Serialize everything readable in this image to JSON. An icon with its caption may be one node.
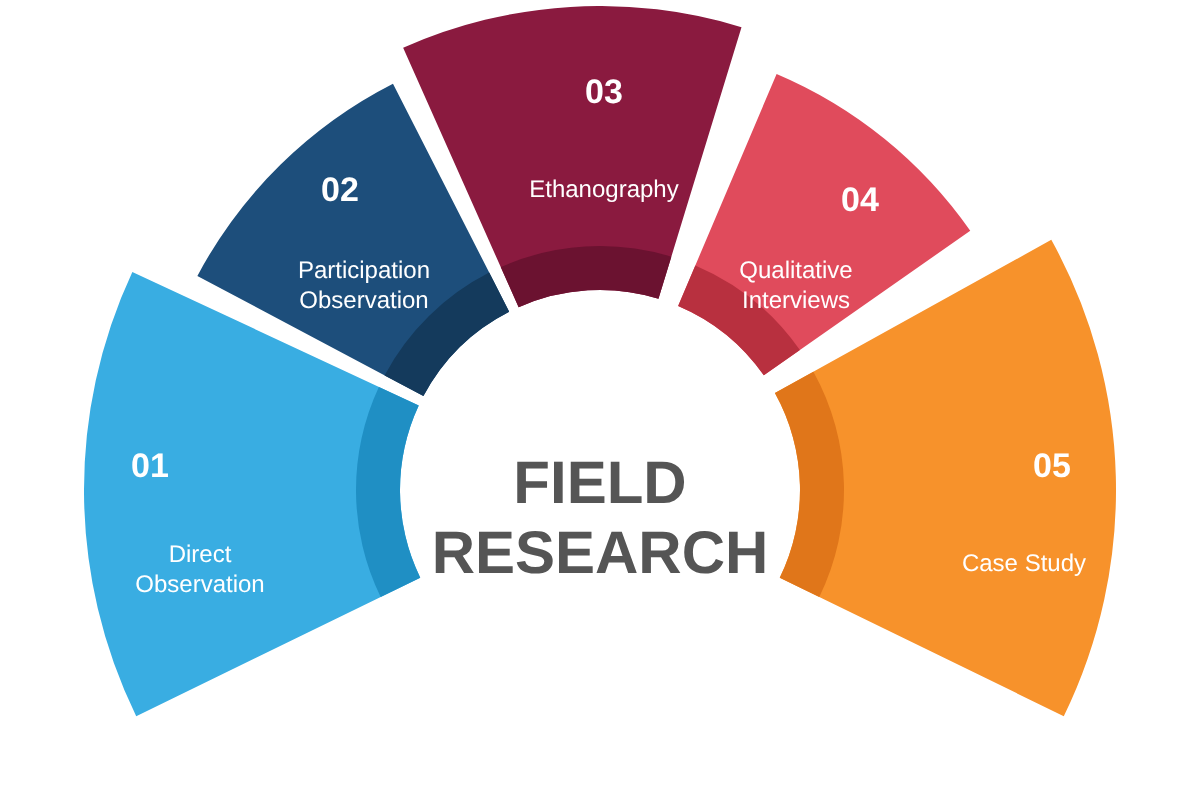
{
  "diagram": {
    "nodes": [
      {
        "text": [
          "01",
          "Direct Observation"
        ]
      },
      {
        "text": [
          "02",
          "Participation Observation"
        ]
      },
      {
        "text": [
          "03",
          "Ethanography"
        ]
      },
      {
        "text": [
          "04",
          "Qualitative Interviews"
        ]
      },
      {
        "text": [
          "05",
          "Case Study"
        ]
      },
      {
        "text": [
          "FIELD RESEARCH"
        ]
      }
    ]
  }
}
